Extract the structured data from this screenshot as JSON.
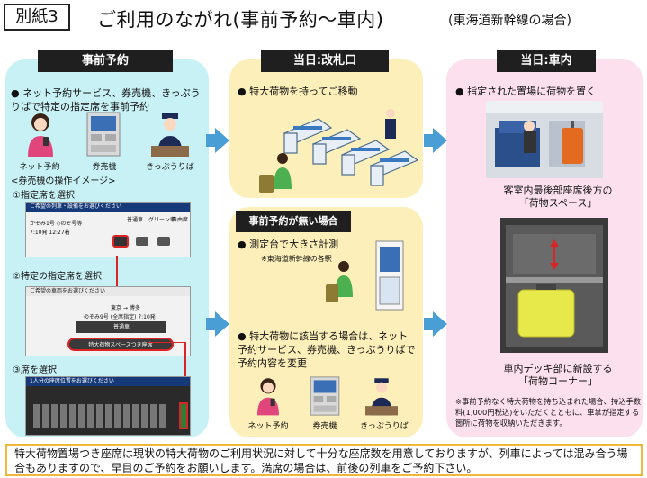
{
  "header": {
    "appendix_label": "別紙3",
    "title": "ご利用のながれ(事前予約～車内)",
    "subtitle": "(東海道新幹線の場合)"
  },
  "left": {
    "header": "事前予約",
    "bullet": "● ネット予約サービス、券売機、きっぷうりばで特定の指定席を事前予約",
    "icons": [
      "ネット予約",
      "券売機",
      "きっぷうりば"
    ],
    "guide_title": "<券売機の操作イメージ>",
    "step1": "①指定席を選択",
    "step2": "②特定の指定席を選択",
    "step3": "③席を選択",
    "screen1_bar": "ご希望の列車・設備をお選びください",
    "screen1_row1": "普通車",
    "screen1_row2": "グリーン車",
    "screen1_row3": "自由席",
    "screen1_train": "7:10発 12:27着",
    "screen1_name": "かぞみ1号 ◇のぞ号等",
    "screen2_bar": "ご希望の車両をお選びください",
    "screen2_route": "東京 → 博多",
    "screen2_train": "のぞみ9号 (全席指定) 7:10発",
    "screen2_btn1": "普通車",
    "screen2_btn2": "特大荷物スペースつき座席",
    "screen3_bar": "1人分の座席位置をお選びください"
  },
  "mid_top": {
    "header": "当日:改札口",
    "bullet": "● 特大荷物を持ってご移動"
  },
  "mid_bot": {
    "header": "事前予約が無い場合",
    "bullet1": "● 測定台で大きさ計測",
    "note1": "※東海道新幹線の各駅",
    "bullet2": "● 特大荷物に該当する場合は、ネット予約サービス、券売機、きっぷうりばで予約内容を変更",
    "icons": [
      "ネット予約",
      "券売機",
      "きっぷうりば"
    ]
  },
  "right": {
    "header": "当日:車内",
    "bullet": "● 指定された置場に荷物を置く",
    "caption1a": "客室内最後部座席後方の",
    "caption1b": "「荷物スペース」",
    "caption2a": "車内デッキ部に新設する",
    "caption2b": "「荷物コーナー」",
    "note": "※事前予約なく特大荷物を持ち込まれた場合、持込手数料(1,000円税込)をいただくとともに、車掌が指定する箇所に荷物を収納いただきます。"
  },
  "footer": {
    "text": "特大荷物置場つき座席は現状の特大荷物のご利用状況に対して十分な座席数を用意しておりますが、列車によっては混み合う場合もありますので、早目のご予約をお願いします。満席の場合は、前後の列車をご予約下さい。"
  },
  "colors": {
    "left_panel": "#c8f1f6",
    "mid_panel": "#fdefb9",
    "right_panel": "#fce0ee",
    "arrow": "#4a9ed6",
    "footer_border": "#f0b83a"
  }
}
